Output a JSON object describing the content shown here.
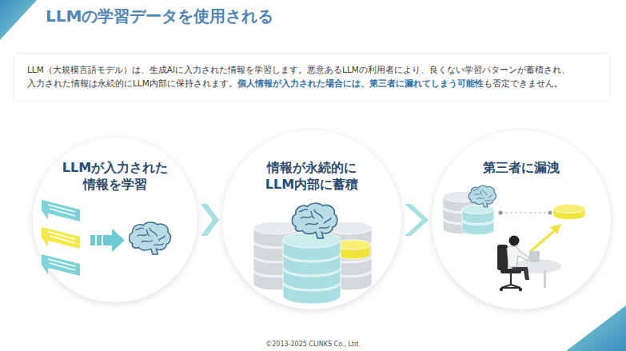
{
  "diagram": {
    "title": "LLMの学習データを使用される",
    "nodes": [
      {
        "text": [
          "LLM（大規模言語モデル）は、生成AIに入力された情報を学習します。悪意あるLLMの利用者により、良くない学習パターンが蓄積され、 入力された情報は永続的にLLM内部に保持されます。",
          "個人情報が入力された場合には、第三者に漏れてしまう可能性",
          "も否定できません。"
        ]
      },
      {
        "text": [
          "LLMが入力された 情報を学習"
        ]
      },
      {
        "text": [
          "情報が永続的に LLM内部に蓄積"
        ]
      },
      {
        "text": [
          "第三者に漏洩"
        ]
      }
    ],
    "edges": [
      {
        "from": 1,
        "to": 2,
        "arrow": "to"
      },
      {
        "from": 2,
        "to": 3,
        "arrow": "to"
      }
    ],
    "labels": [
      "©2013-2025 CLINKS Co., Ltd."
    ]
  }
}
